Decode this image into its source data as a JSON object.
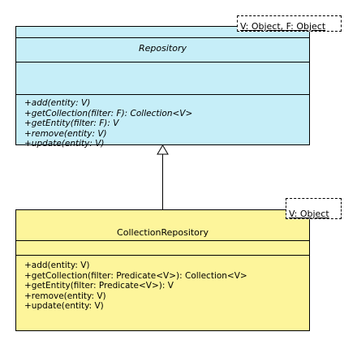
{
  "colors": {
    "interface_fill": "#c6eef8",
    "class_fill": "#fdf59b",
    "border": "#000000"
  },
  "repository": {
    "name": "Repository",
    "template_params": "V: Object, F: Object",
    "operations": [
      "+add(entity: V)",
      "+getCollection(filter: F): Collection<V>",
      "+getEntity(filter: F): V",
      "+remove(entity: V)",
      "+update(entity: V)"
    ]
  },
  "collection_repository": {
    "name": "CollectionRepository",
    "template_params": "V: Object",
    "operations": [
      "+add(entity: V)",
      "+getCollection(filter: Predicate<V>): Collection<V>",
      "+getEntity(filter: Predicate<V>): V",
      "+remove(entity: V)",
      "+update(entity: V)"
    ]
  }
}
